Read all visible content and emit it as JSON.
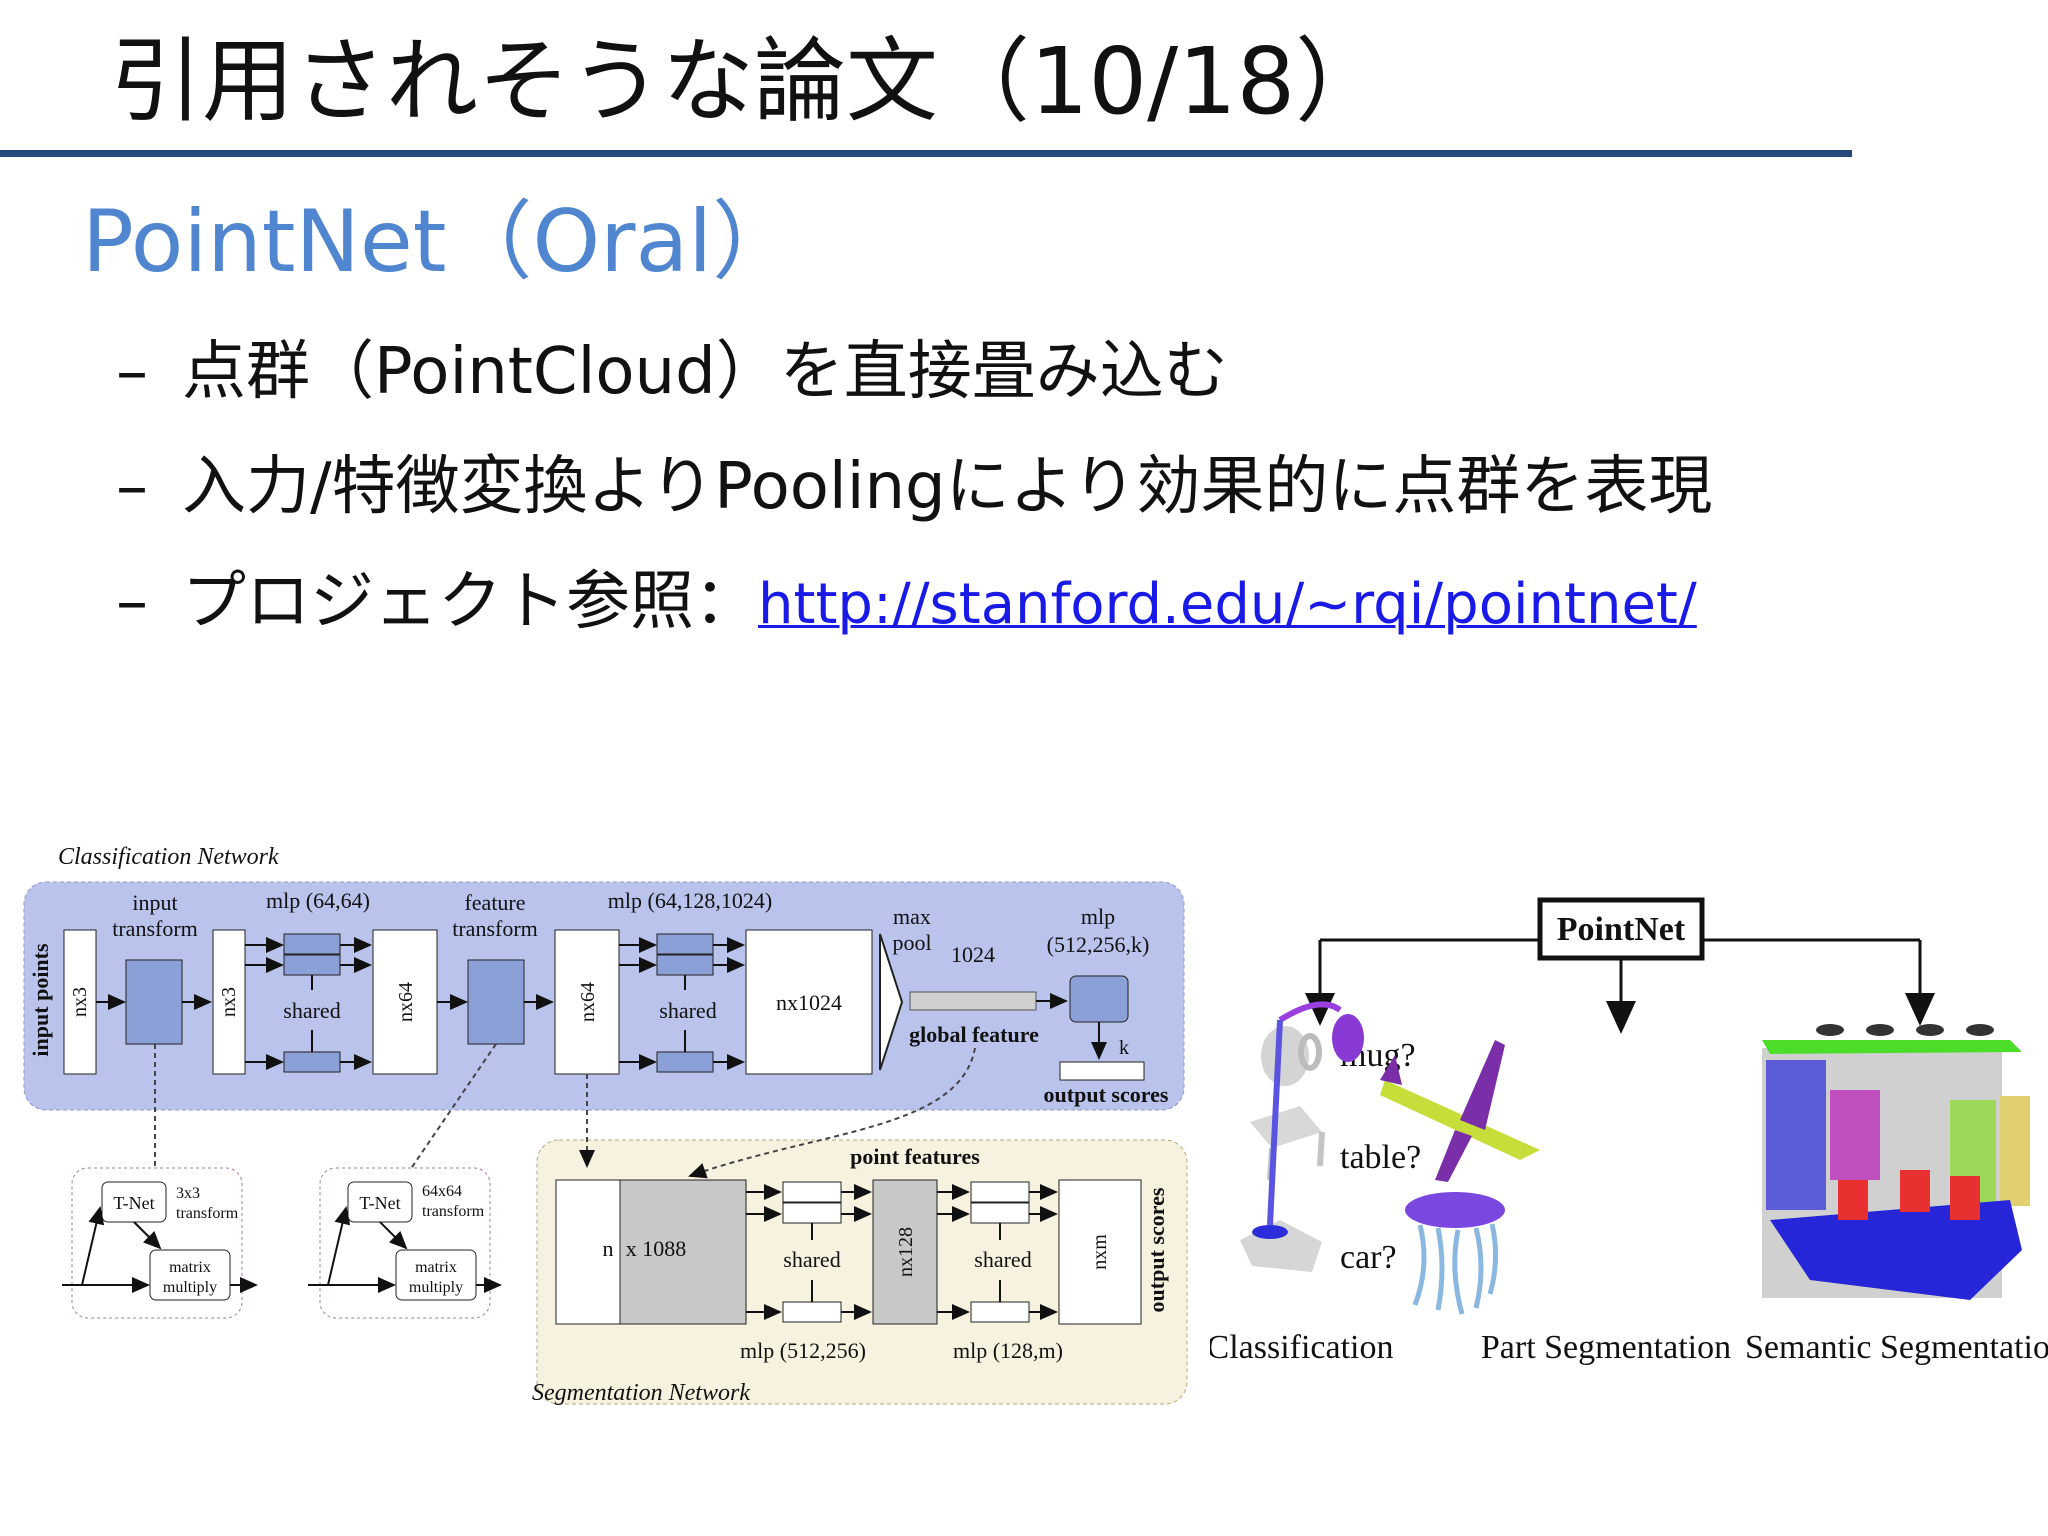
{
  "slide": {
    "title": "引用されそうな論文（10/18）",
    "subtitle": "PointNet（Oral）",
    "bullets": [
      {
        "dash": "–",
        "text": "点群（PointCloud）を直接畳み込む"
      },
      {
        "dash": "–",
        "text": "入力/特徴変換よりPoolingにより効果的に点群を表現"
      },
      {
        "dash": "–",
        "text": "プロジェクト参照：",
        "link": "http://stanford.edu/~rqi/pointnet/"
      }
    ]
  },
  "architecture": {
    "classification_title": "Classification Network",
    "segmentation_title": "Segmentation Network",
    "input_points": "input points",
    "input_transform": [
      "input",
      "transform"
    ],
    "feature_transform": [
      "feature",
      "transform"
    ],
    "mlp1": "mlp (64,64)",
    "mlp2": "mlp (64,128,1024)",
    "mlp3": [
      "mlp",
      "(512,256,k)"
    ],
    "shared": "shared",
    "nx3": "nx3",
    "nx64": "nx64",
    "nx1024": "nx1024",
    "max_pool": [
      "max",
      "pool"
    ],
    "dim_1024": "1024",
    "global_feature": "global feature",
    "k": "k",
    "output_scores": "output scores",
    "point_features": "point features",
    "n_x_1088": [
      "n",
      "x 1088"
    ],
    "nx128": "nx128",
    "nxm": "nxm",
    "seg_mlp1": "mlp (512,256)",
    "seg_mlp2": "mlp (128,m)",
    "tnet": "T-Net",
    "t3_label": [
      "3x3",
      "transform"
    ],
    "t64_label": [
      "64x64",
      "transform"
    ],
    "matrix_multiply": [
      "matrix",
      "multiply"
    ]
  },
  "applications": {
    "root": "PointNet",
    "queries": [
      "mug?",
      "table?",
      "car?"
    ],
    "tasks": [
      "Classification",
      "Part Segmentation",
      "Semantic Segmentation"
    ]
  },
  "colors": {
    "title_rule": "#234a78",
    "subtitle": "#4f86cf",
    "link": "#1a1ae6",
    "cls_panel": "#b9c3ec",
    "seg_panel": "#f6f2df",
    "block": "#8ca0d8"
  }
}
